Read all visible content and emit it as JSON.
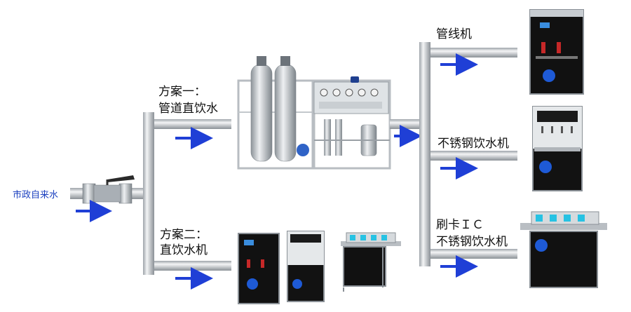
{
  "inlet": {
    "label": "市政自来水"
  },
  "plan1": {
    "line1": "方案一：",
    "line2": "管道直饮水"
  },
  "plan2": {
    "line1": "方案二：",
    "line2": "直饮水机"
  },
  "outlets": {
    "pipeline": "管线机",
    "stainless": "不锈钢饮水机",
    "card_line1": "刷卡ＩＣ",
    "card_line2": "不锈钢饮水机"
  },
  "colors": {
    "pipe": "#c9cdd2",
    "arrow": "#1f3fd6",
    "machine": "#1a1a1a"
  }
}
